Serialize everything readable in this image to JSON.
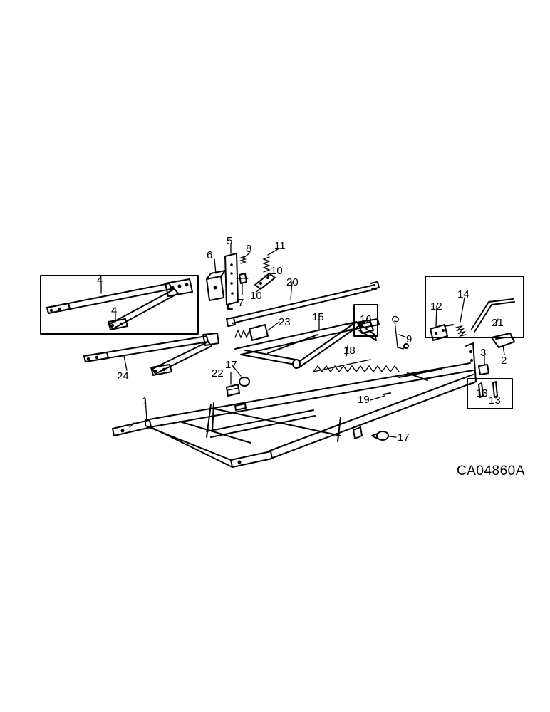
{
  "diagram": {
    "callouts": [
      "1",
      "2",
      "3",
      "4",
      "4",
      "5",
      "6",
      "7",
      "8",
      "9",
      "10",
      "10",
      "11",
      "12",
      "13",
      "13",
      "14",
      "15",
      "16",
      "17",
      "17",
      "18",
      "19",
      "20",
      "21",
      "22",
      "23",
      "24"
    ],
    "code": "CA04860A"
  }
}
